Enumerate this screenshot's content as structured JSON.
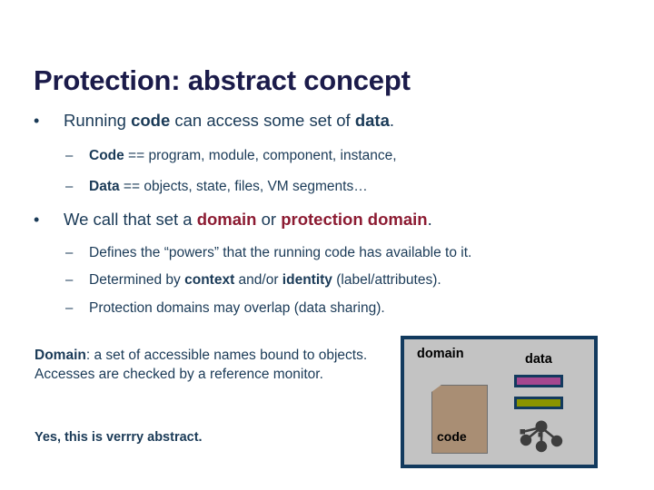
{
  "slide": {
    "title": "Protection: abstract concept",
    "bullets": [
      {
        "marker": "•",
        "level": 1,
        "segments": [
          {
            "text": "Running ",
            "style": "normal"
          },
          {
            "text": "code",
            "style": "bold"
          },
          {
            "text": " can access some set of ",
            "style": "normal"
          },
          {
            "text": "data",
            "style": "bold"
          },
          {
            "text": ".",
            "style": "normal"
          }
        ],
        "plain": "Running code can access some set of data."
      },
      {
        "marker": "–",
        "level": 2,
        "segments": [
          {
            "text": "Code",
            "style": "bold"
          },
          {
            "text": " == program, module, component, instance,",
            "style": "normal"
          }
        ],
        "plain": "Code == program, module, component, instance,"
      },
      {
        "marker": "–",
        "level": 2,
        "segments": [
          {
            "text": "Data",
            "style": "bold"
          },
          {
            "text": " == objects, state, files, VM segments…",
            "style": "normal"
          }
        ],
        "plain": "Data == objects, state, files, VM segments…"
      },
      {
        "marker": "•",
        "level": 1,
        "segments": [
          {
            "text": "We call that set a ",
            "style": "normal"
          },
          {
            "text": "domain",
            "style": "maroon"
          },
          {
            "text": " or ",
            "style": "normal"
          },
          {
            "text": "protection domain",
            "style": "maroon"
          },
          {
            "text": ".",
            "style": "normal"
          }
        ],
        "plain": "We call that set a domain or protection domain."
      },
      {
        "marker": "–",
        "level": 2,
        "segments": [
          {
            "text": "Defines the “powers” that the running code has available to it.",
            "style": "normal"
          }
        ],
        "plain": "Defines the “powers” that the running code has available to it."
      },
      {
        "marker": "–",
        "level": 2,
        "segments": [
          {
            "text": "Determined by ",
            "style": "normal"
          },
          {
            "text": "context",
            "style": "bold"
          },
          {
            "text": " and/or ",
            "style": "normal"
          },
          {
            "text": "identity",
            "style": "bold"
          },
          {
            "text": " (label/attributes).",
            "style": "normal"
          }
        ],
        "plain": "Determined by context and/or identity (label/attributes)."
      },
      {
        "marker": "–",
        "level": 2,
        "segments": [
          {
            "text": "Protection domains may overlap (data sharing).",
            "style": "normal"
          }
        ],
        "plain": "Protection domains may overlap (data sharing)."
      }
    ],
    "notes": {
      "domain_definition_lead": "Domain",
      "domain_definition_rest": ": a set of accessible names bound to objects.  Accesses are checked by a reference monitor.",
      "abstract_remark": "Yes, this is verrry abstract."
    }
  },
  "diagram": {
    "label_domain": "domain",
    "label_data": "data",
    "label_code": "code",
    "icons": {
      "code_shape": "document-icon",
      "data_bar_1": "memory-bar-icon",
      "data_bar_2": "memory-bar-icon",
      "graph": "network-graph-icon"
    },
    "colors": {
      "panel_background": "#c3c3c3",
      "panel_border": "#123a5e",
      "code_fill": "#a98e74",
      "code_stroke": "#6e6e6e",
      "bar_1_fill": "#a5478f",
      "bar_2_fill": "#8a9400",
      "bar_stroke": "#123a5e",
      "graph_node": "#3d3d3d"
    }
  },
  "theme": {
    "title_color": "#1b1b4a",
    "body_color": "#1a3a57",
    "accent_color": "#8c1b32",
    "background": "#ffffff"
  }
}
